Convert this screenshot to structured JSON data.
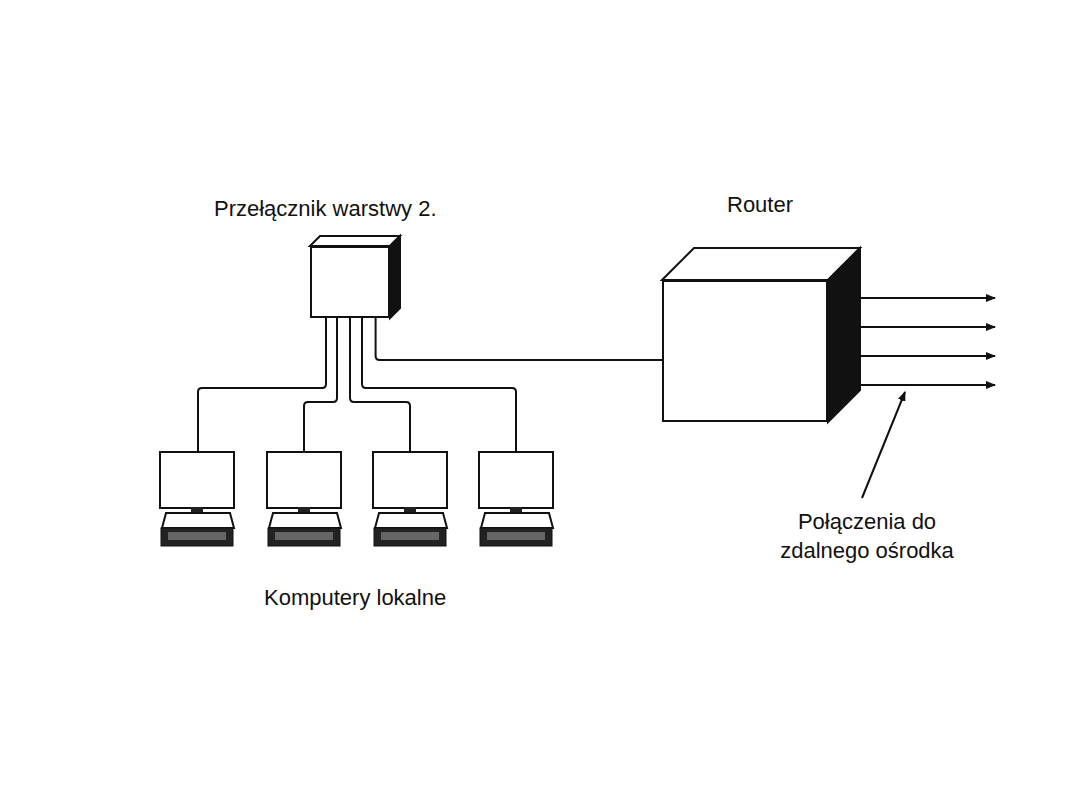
{
  "diagram": {
    "nodes": [
      {
        "text": [
          "Przełącznik warstwy 2."
        ]
      },
      {
        "text": [
          "Router"
        ]
      }
    ],
    "edges": [
      {
        "from": 0,
        "to": 1,
        "arrow": "none"
      }
    ],
    "labels": [
      "Komputery lokalne",
      "Połączenia do zdalnego ośrodka"
    ]
  }
}
